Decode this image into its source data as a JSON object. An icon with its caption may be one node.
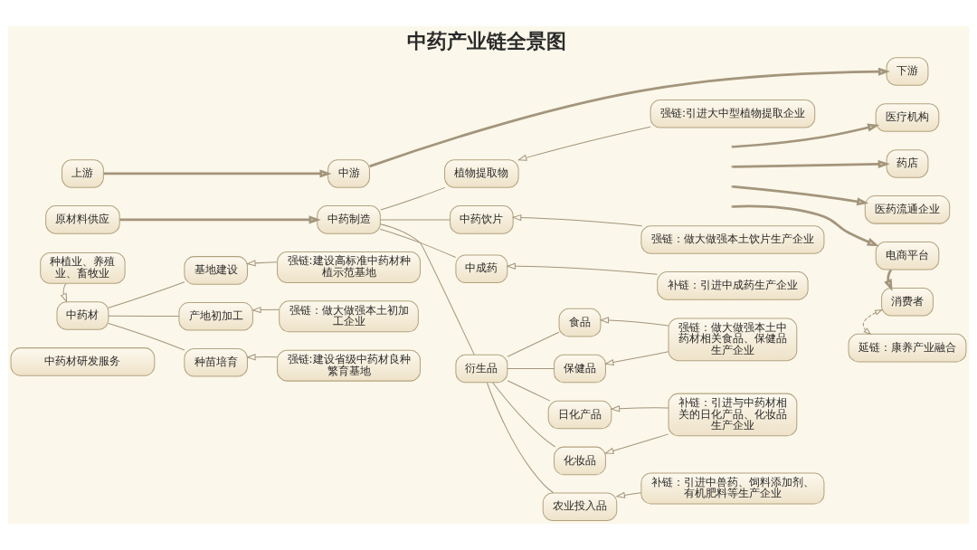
{
  "diagram": {
    "title": "中药产业链全景图",
    "nodes": [
      {
        "text": [
          "上游"
        ]
      },
      {
        "text": [
          "中游"
        ]
      },
      {
        "text": [
          "下游"
        ]
      },
      {
        "text": [
          "原材料供应"
        ]
      },
      {
        "text": [
          "种植业、养殖业、畜牧业"
        ]
      },
      {
        "text": [
          "中药材"
        ]
      },
      {
        "text": [
          "基地建设"
        ]
      },
      {
        "text": [
          "强链:建设高标准中药材种植示范基地"
        ]
      },
      {
        "text": [
          "产地初加工"
        ]
      },
      {
        "text": [
          "强链：做大做强本土初加工企业"
        ]
      },
      {
        "text": [
          "种苗培育"
        ]
      },
      {
        "text": [
          "强链:建设省级中药材良种繁育基地"
        ]
      },
      {
        "text": [
          "中药材研发服务"
        ]
      },
      {
        "text": [
          "中药制造"
        ]
      },
      {
        "text": [
          "植物提取物"
        ]
      },
      {
        "text": [
          "强链:引进大中型植物提取企业"
        ]
      },
      {
        "text": [
          "中药饮片"
        ]
      },
      {
        "text": [
          "强链：做大做强本土饮片生产企业"
        ]
      },
      {
        "text": [
          "中成药"
        ]
      },
      {
        "text": [
          "补链：引进中成药生产企业"
        ]
      },
      {
        "text": [
          "衍生品"
        ]
      },
      {
        "text": [
          "食品"
        ]
      },
      {
        "text": [
          "保健品"
        ]
      },
      {
        "text": [
          "强链：做大做强本土中药材相关食品、保健品生产企业"
        ]
      },
      {
        "text": [
          "日化产品"
        ]
      },
      {
        "text": [
          "化妆品"
        ]
      },
      {
        "text": [
          "补链：引进与中药材相关的日化产品、化妆品生产企业"
        ]
      },
      {
        "text": [
          "农业投入品"
        ]
      },
      {
        "text": [
          "补链：引进中兽药、饲料添加剂、有机肥料等生产企业"
        ]
      },
      {
        "text": [
          "医疗机构"
        ]
      },
      {
        "text": [
          "药店"
        ]
      },
      {
        "text": [
          "医药流通企业"
        ]
      },
      {
        "text": [
          "电商平台"
        ]
      },
      {
        "text": [
          "消费者"
        ]
      },
      {
        "text": [
          "延链：康养产业融合"
        ]
      }
    ],
    "edges": [
      {
        "from": 0,
        "to": 1,
        "arrow": "to",
        "style": "thick"
      },
      {
        "from": 1,
        "to": 2,
        "arrow": "to",
        "style": "thick"
      },
      {
        "from": 3,
        "to": 13,
        "arrow": "to",
        "style": "thick"
      },
      {
        "from": 4,
        "to": 5,
        "arrow": "to"
      },
      {
        "from": 5,
        "to": 6,
        "arrow": "none"
      },
      {
        "from": 5,
        "to": 8,
        "arrow": "none"
      },
      {
        "from": 5,
        "to": 10,
        "arrow": "none"
      },
      {
        "from": 7,
        "to": 6,
        "arrow": "to"
      },
      {
        "from": 9,
        "to": 8,
        "arrow": "to"
      },
      {
        "from": 11,
        "to": 10,
        "arrow": "to"
      },
      {
        "from": 13,
        "to": 14,
        "arrow": "none"
      },
      {
        "from": 13,
        "to": 16,
        "arrow": "none"
      },
      {
        "from": 13,
        "to": 18,
        "arrow": "none"
      },
      {
        "from": 13,
        "to": 20,
        "arrow": "none"
      },
      {
        "from": 15,
        "to": 14,
        "arrow": "to"
      },
      {
        "from": 17,
        "to": 16,
        "arrow": "to"
      },
      {
        "from": 19,
        "to": 18,
        "arrow": "to"
      },
      {
        "from": 20,
        "to": 21,
        "arrow": "none"
      },
      {
        "from": 20,
        "to": 22,
        "arrow": "none"
      },
      {
        "from": 20,
        "to": 24,
        "arrow": "none"
      },
      {
        "from": 20,
        "to": 25,
        "arrow": "none"
      },
      {
        "from": 20,
        "to": 27,
        "arrow": "none"
      },
      {
        "from": 23,
        "to": 21,
        "arrow": "to"
      },
      {
        "from": 23,
        "to": 22,
        "arrow": "to"
      },
      {
        "from": 26,
        "to": 24,
        "arrow": "to"
      },
      {
        "from": 26,
        "to": 25,
        "arrow": "to"
      },
      {
        "from": 28,
        "to": 27,
        "arrow": "to"
      },
      {
        "from": null,
        "to": 29,
        "arrow": "to",
        "style": "thick"
      },
      {
        "from": null,
        "to": 30,
        "arrow": "to",
        "style": "thick"
      },
      {
        "from": null,
        "to": 31,
        "arrow": "to",
        "style": "thick"
      },
      {
        "from": null,
        "to": 32,
        "arrow": "to",
        "style": "thick"
      },
      {
        "from": 32,
        "to": 33,
        "arrow": "to",
        "style": "thick"
      },
      {
        "from": 33,
        "to": 34,
        "arrow": "both",
        "style": "dashed"
      }
    ]
  }
}
